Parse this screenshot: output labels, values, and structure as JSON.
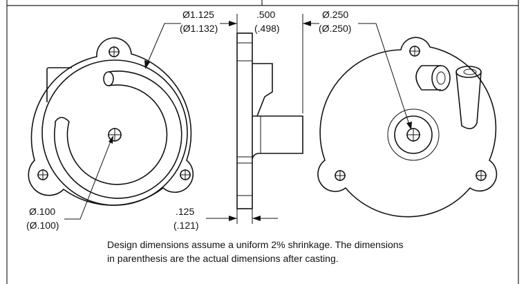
{
  "dimensions": {
    "outer_diameter": {
      "design": "Ø1.125",
      "actual": "(Ø1.132)"
    },
    "width": {
      "design": ".500",
      "actual": "(.498)"
    },
    "hole_diameter": {
      "design": "Ø.250",
      "actual": "(Ø.250)"
    },
    "small_hole": {
      "design": "Ø.100",
      "actual": "(Ø.100)"
    },
    "flange_thickness": {
      "design": ".125",
      "actual": "(.121)"
    }
  },
  "note": {
    "line1": "Design dimensions assume a uniform 2% shrinkage.  The dimensions",
    "line2": "in parenthesis are the actual dimensions after casting."
  }
}
